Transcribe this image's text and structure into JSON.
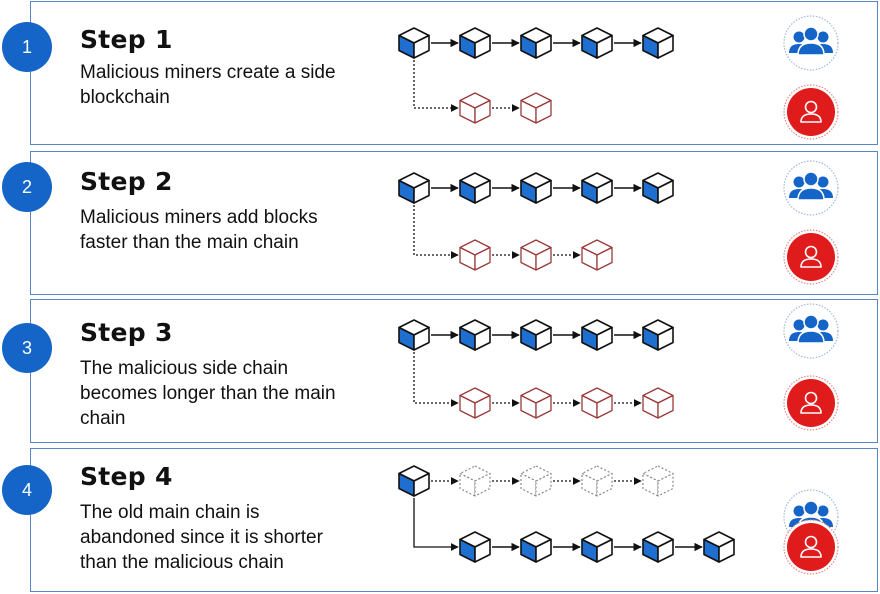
{
  "steps": [
    {
      "number": "1",
      "title": "Step 1",
      "description": "Malicious miners create a side blockchain"
    },
    {
      "number": "2",
      "title": "Step 2",
      "description": "Malicious miners add blocks faster than the main chain"
    },
    {
      "number": "3",
      "title": "Step 3",
      "description": "The malicious side chain becomes longer than the main chain"
    },
    {
      "number": "4",
      "title": "Step 4",
      "description": "The old main chain is abandoned since it is shorter than the malicious chain"
    }
  ],
  "chains": [
    {
      "main_blocks": 5,
      "side_blocks": 3,
      "main_abandoned": false
    },
    {
      "main_blocks": 5,
      "side_blocks": 4,
      "main_abandoned": false
    },
    {
      "main_blocks": 5,
      "side_blocks": 5,
      "main_abandoned": false
    },
    {
      "main_blocks": 5,
      "side_blocks": 6,
      "main_abandoned": true
    }
  ],
  "icons": {
    "honest_miners": "group-icon",
    "malicious_miner": "user-icon"
  },
  "colors": {
    "accent_blue": "#1565c8",
    "malicious_red": "#e01b1b",
    "panel_border": "#5b86c5",
    "block_face_blue": "#1e6fd0",
    "malicious_block_edge": "#9a3a3a"
  }
}
